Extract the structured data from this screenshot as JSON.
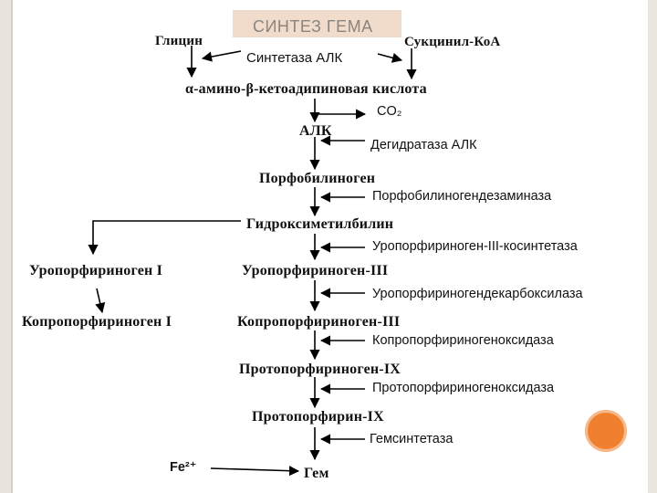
{
  "title": "СИНТЕЗ ГЕМА",
  "substrates": {
    "glycine": "Глицин",
    "succinyl_coa": "Сукцинил-КоА",
    "amino_ketoadipic": "α-амино-β-кетоадипиновая кислота",
    "alk": "АЛК",
    "porphobilinogen": "Порфобилиноген",
    "hydroxymethylbilane": "Гидроксиметилбилин",
    "uroporphyrinogen_1": "Уропорфириноген I",
    "uroporphyrinogen_3": "Уропорфириноген-III",
    "coproporphyrinogen_1": "Копропорфириноген I",
    "coproporphyrinogen_3": "Копропорфириноген-III",
    "protoporphyrinogen_9": "Протопорфириноген-IX",
    "protoporphyrin_9": "Протопорфирин-IX",
    "fe": "Fe²⁺",
    "heme": "Гем"
  },
  "enzymes": {
    "alk_synthetase": "Синтетаза АЛК",
    "co2": "CO₂",
    "alk_dehydratase": "Дегидратаза АЛК",
    "pbg_deaminase": "Порфобилиногендезаминаза",
    "uro3_cosynthetase": "Уропорфириноген-III-косинтетаза",
    "uro_decarboxylase": "Уропорфириногендекарбоксилаза",
    "copro_oxidase": "Копропорфириногеноксидаза",
    "proto_oxidase": "Протопорфириногеноксидаза",
    "heme_synthetase": "Гемсинтетаза"
  },
  "colors": {
    "title_box": "#f1dccb",
    "title_text": "#8a8580",
    "accent_circle": "#f07f2f"
  }
}
